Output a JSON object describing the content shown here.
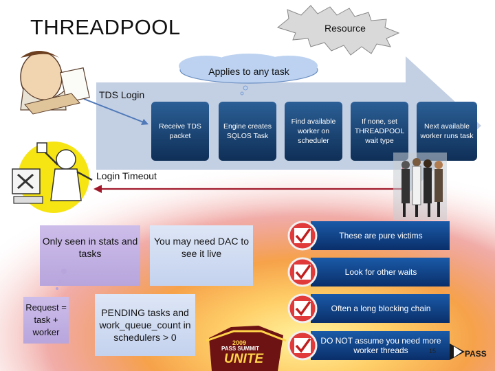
{
  "title": "THREADPOOL",
  "callouts": {
    "resource": "Resource",
    "applies": "Applies to any task"
  },
  "labels": {
    "tds_login": "TDS Login",
    "login_timeout": "Login Timeout"
  },
  "steps": [
    {
      "label": "Receive TDS packet"
    },
    {
      "label": "Engine creates SQLOS Task"
    },
    {
      "label": "Find available worker on scheduler"
    },
    {
      "label": "If none, set THREADPOOL wait type"
    },
    {
      "label": "Next available worker runs task"
    }
  ],
  "notes": {
    "stats": "Only seen in stats and tasks",
    "dac": "You may need DAC to see it live",
    "request": "Request = task + worker",
    "pending": "PENDING tasks and work_queue_count in schedulers > 0"
  },
  "victims": [
    {
      "label": "These are pure victims"
    },
    {
      "label": "Look for other waits"
    },
    {
      "label": "Often a long blocking chain"
    },
    {
      "label": "DO NOT assume you need more worker threads"
    }
  ],
  "slide_number": "15",
  "logos": {
    "summit_year": "2009",
    "summit_name": "PASS SUMMIT",
    "summit_word": "UNITE",
    "pass": "PASS"
  },
  "colors": {
    "step_blue": "#17406d",
    "victim_blue": "#0f3f86",
    "purple_note": "#c7b8e6",
    "arrow_gray": "#b8c7de",
    "orange": "#f08a1c"
  },
  "icons": [
    "man-at-desk-icon",
    "frustrated-user-icon",
    "crowd-photo-icon",
    "checkmark-icon",
    "pass-logo-icon"
  ]
}
